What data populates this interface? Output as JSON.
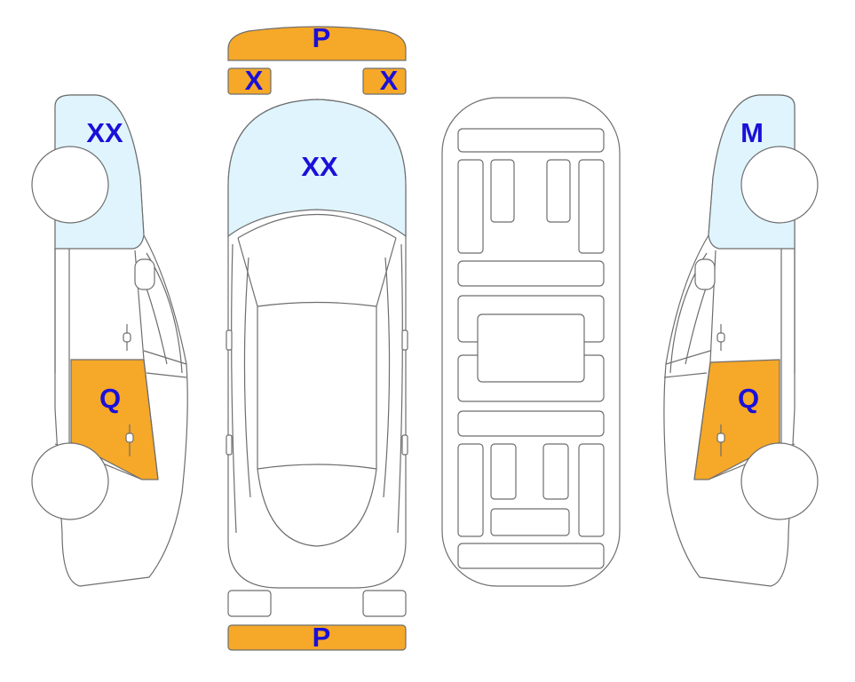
{
  "colors": {
    "damage": "#f6a828",
    "light": "#dff4fc",
    "label": "#1a10d8",
    "outline": "#6e6e6e"
  },
  "markers": {
    "front_bumper": "P",
    "headlight_left": "X",
    "headlight_right": "X",
    "top_hood": "XX",
    "left_front": "XX",
    "left_door": "Q",
    "right_front": "M",
    "right_door": "Q",
    "rear_bumper": "P"
  }
}
